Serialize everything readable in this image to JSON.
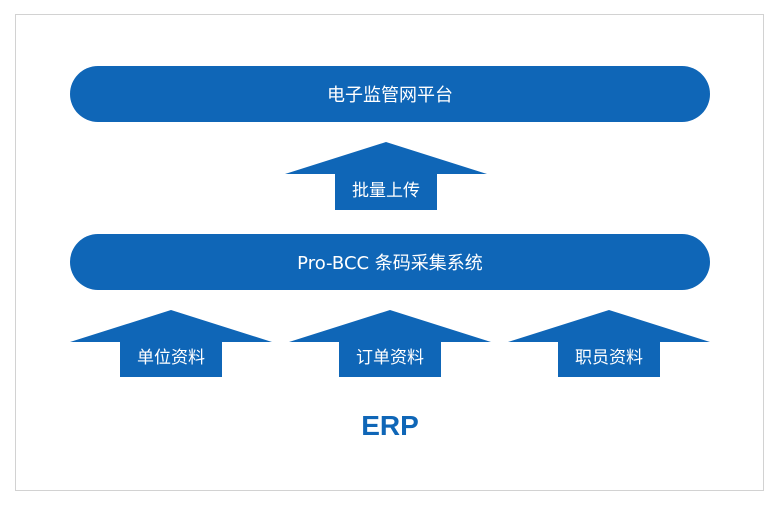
{
  "colors": {
    "primary": "#0f66b7",
    "border": "#d2d2d2",
    "text_on_primary": "#ffffff"
  },
  "platform": {
    "label": "电子监管网平台"
  },
  "upload": {
    "label": "批量上传"
  },
  "system": {
    "label": "Pro-BCC 条码采集系统"
  },
  "sources": [
    {
      "label": "单位资料"
    },
    {
      "label": "订单资料"
    },
    {
      "label": "职员资料"
    }
  ],
  "base": {
    "label": "ERP"
  }
}
